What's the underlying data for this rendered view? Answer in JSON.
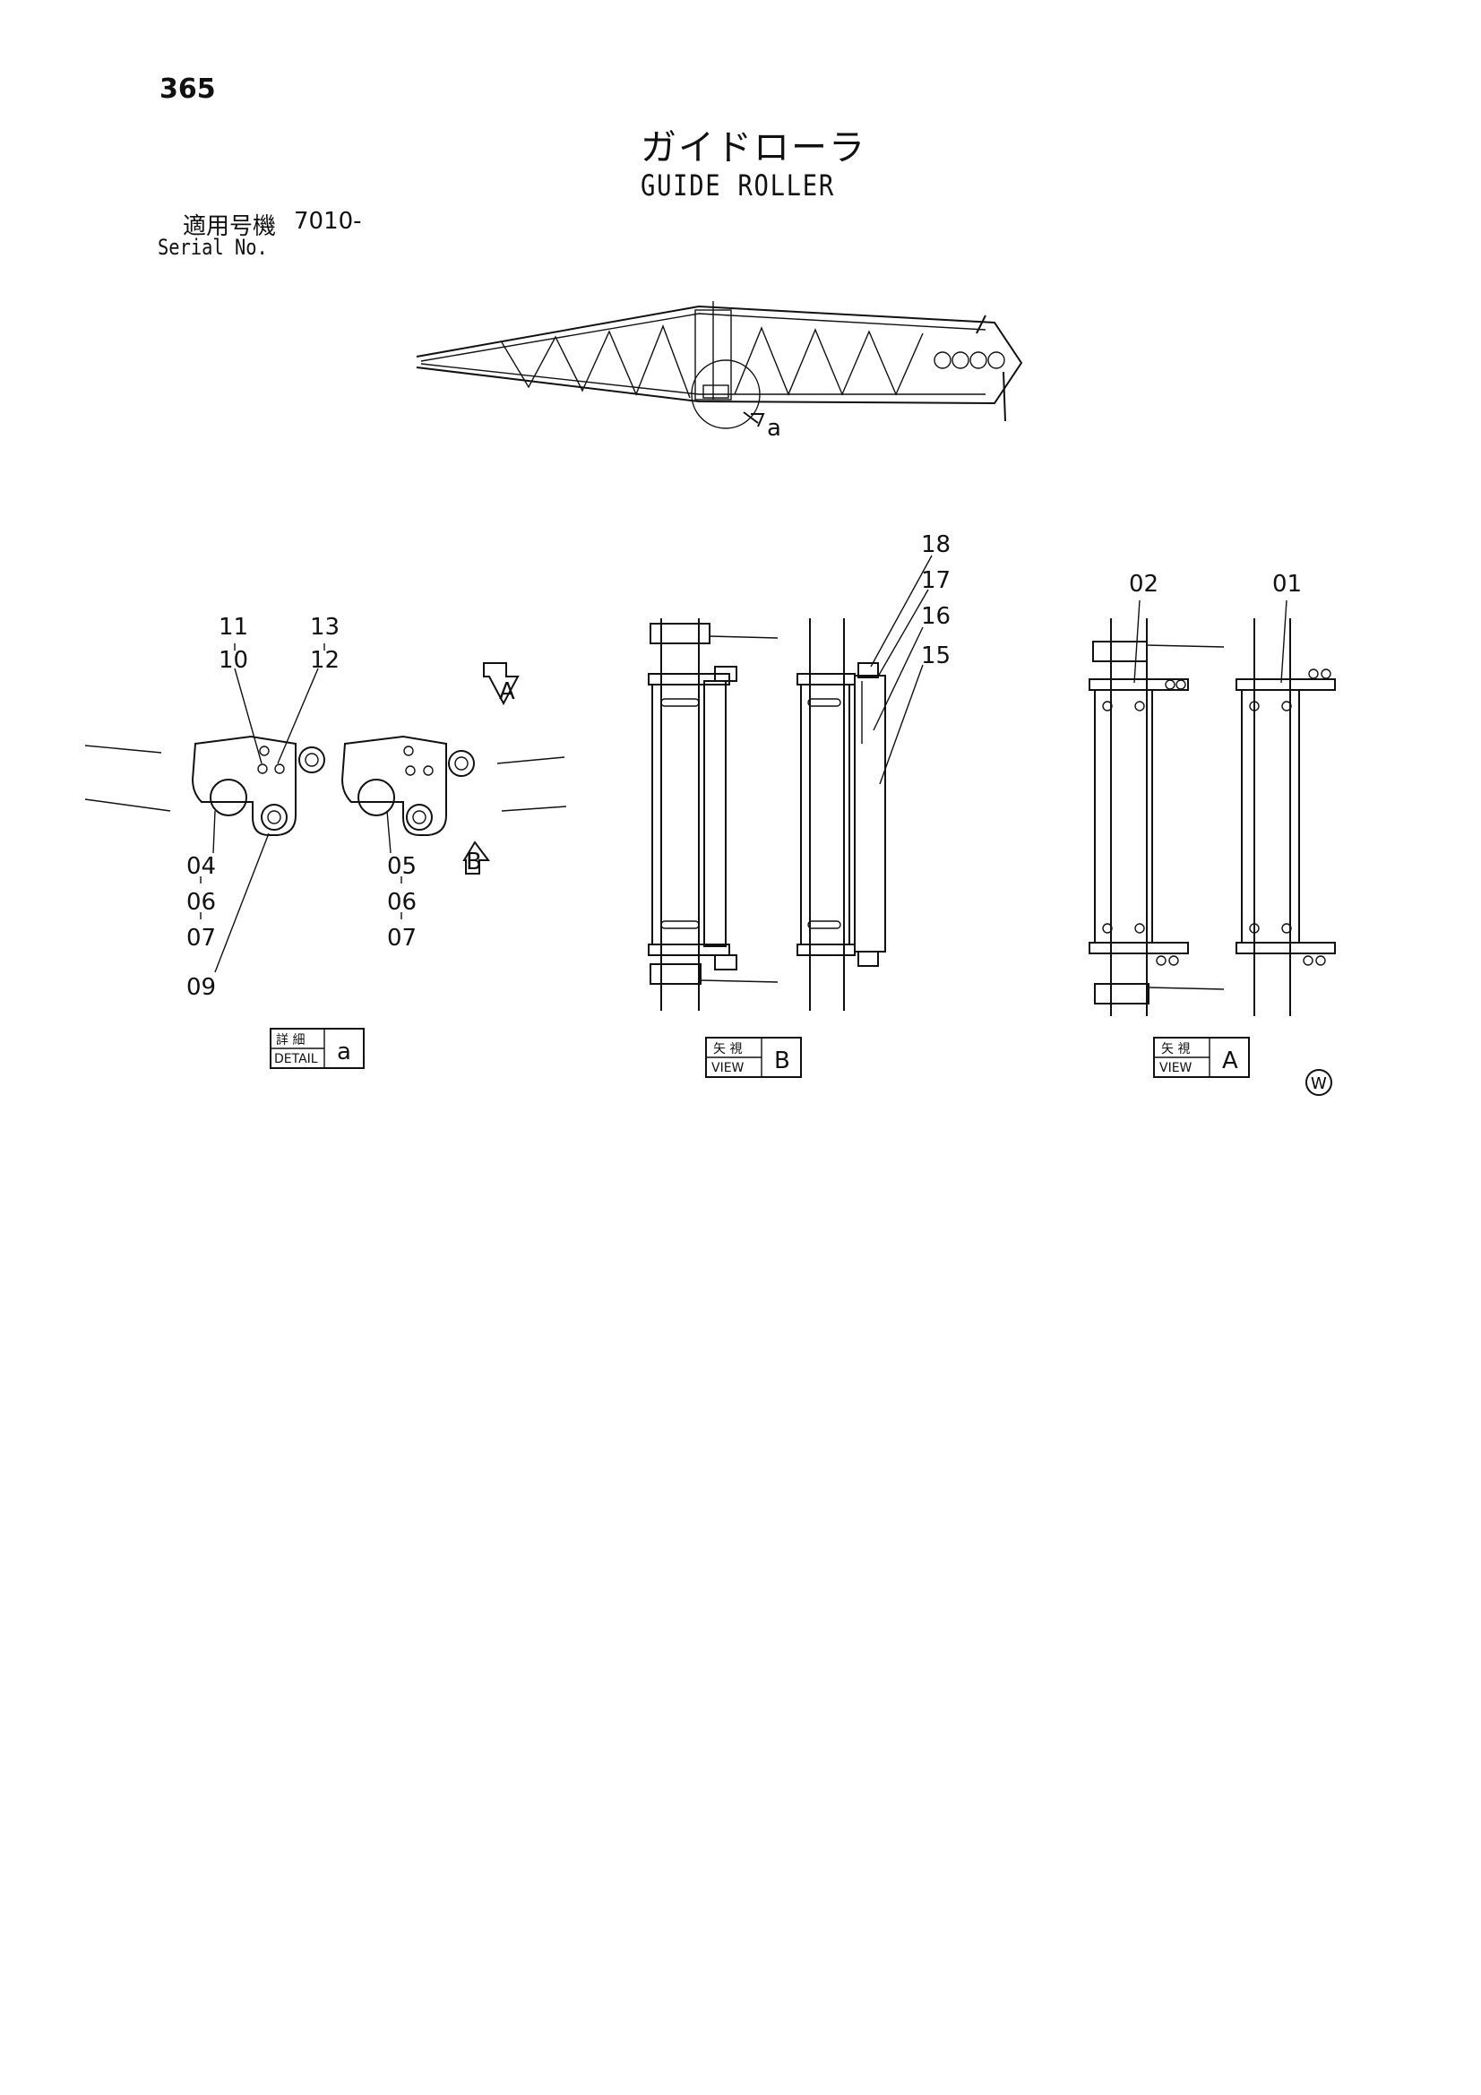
{
  "page_number": "365",
  "title_jp": "ガイドローラ",
  "title_en": "GUIDE ROLLER",
  "serial_label_jp": "適用号機",
  "serial_value": "7010-",
  "serial_label_en": "Serial No.",
  "overview_callout": "a",
  "part_labels": {
    "p11": "11",
    "p10": "10",
    "p13": "13",
    "p12": "12",
    "p04": "04",
    "p06a": "06",
    "p07a": "07",
    "p09": "09",
    "p05": "05",
    "p06b": "06",
    "p07b": "07",
    "p18": "18",
    "p17": "17",
    "p16": "16",
    "p15": "15",
    "p02": "02",
    "p01": "01"
  },
  "view_markers": {
    "a": "A",
    "b": "B"
  },
  "captions": {
    "detail": {
      "jp": "詳 細",
      "en": "DETAIL",
      "letter": "a"
    },
    "view_b": {
      "jp": "矢 視",
      "en": "VIEW",
      "letter": "B"
    },
    "view_a": {
      "jp": "矢 視",
      "en": "VIEW",
      "letter": "A"
    }
  },
  "corner_mark": "W"
}
